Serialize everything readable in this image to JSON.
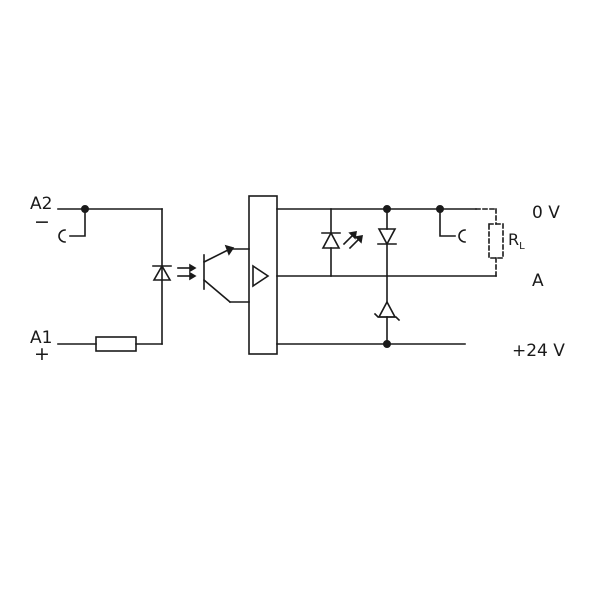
{
  "terminals": {
    "a2": {
      "label": "A2",
      "polarity": "−"
    },
    "a1": {
      "label": "A1",
      "polarity": "+"
    },
    "zero_v": "0 V",
    "output_a": "A",
    "plus_24v": "+24 V"
  },
  "load": {
    "symbol": "R",
    "subscript": "L"
  },
  "colors": {
    "line": "#1a1a1a",
    "background": "#ffffff"
  }
}
